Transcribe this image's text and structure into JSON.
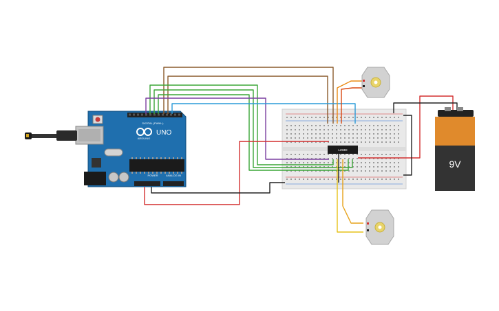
{
  "arduino": {
    "brand": "ARDUINO",
    "model": "UNO",
    "digital_label": "DIGITAL (PWM~)",
    "power_label": "POWER",
    "analog_label": "ANALOG IN"
  },
  "driver_chip": {
    "label": "L293D"
  },
  "battery": {
    "label": "9V"
  },
  "colors": {
    "board": "#1f6fae",
    "battery_top": "#e08a2c",
    "battery_body": "#333333",
    "wire_brown": "#8a5a2b",
    "wire_green": "#3aa637",
    "wire_purple": "#7a3fa0",
    "wire_blue": "#2a9bd8",
    "wire_orange": "#ea8a12",
    "wire_yellow": "#e6c21a",
    "wire_red": "#d32f2f",
    "wire_black": "#222222"
  },
  "icons": [
    "usb-port-icon",
    "dc-jack-icon",
    "motor-icon",
    "battery-icon"
  ]
}
